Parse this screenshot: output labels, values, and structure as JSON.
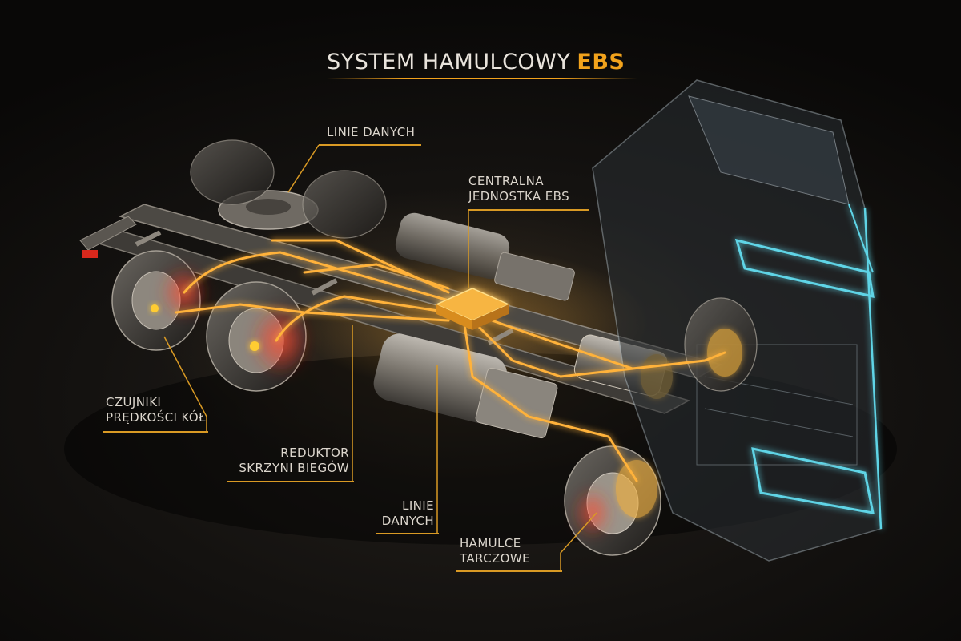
{
  "title": {
    "main": "SYSTEM HAMULCOWY",
    "accent": "EBS"
  },
  "labels": {
    "data_lines_top": "LINIE DANYCH",
    "central_unit": [
      "CENTRALNA",
      "JEDNOSTKA EBS"
    ],
    "wheel_sensors": [
      "CZUJNIKI",
      "PRĘDKOŚCI KÓŁ"
    ],
    "gearbox": [
      "REDUKTOR",
      "SKRZYNI BIEGÓW"
    ],
    "data_lines_bottom": [
      "LINIE",
      "DANYCH"
    ],
    "disc_brakes": [
      "HAMULCE",
      "TARCZOWE"
    ]
  },
  "colors": {
    "accent": "#f2a31c",
    "glow": "#ffb23a",
    "cab_light": "#5fd4e6",
    "brake_red": "#ff3a2a"
  }
}
